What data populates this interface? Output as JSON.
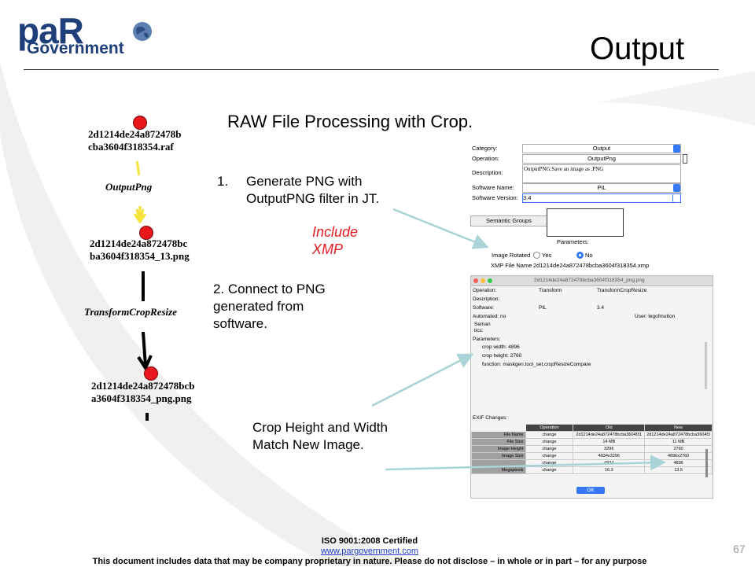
{
  "logo": {
    "par": "paR",
    "government": "Government"
  },
  "slide_title": "Output",
  "subtitle": "RAW File Processing with Crop.",
  "graph": {
    "node1": [
      "2d1214de24a872478b",
      "cba3604f318354.raf"
    ],
    "op1": "OutputPng",
    "node2": [
      "2d1214de24a872478bc",
      "ba3604f318354_13.png"
    ],
    "op2": "TransformCropResize",
    "node3": [
      "2d1214de24a872478bcb",
      "a3604f318354_png.png"
    ]
  },
  "steps": {
    "step1_num": "1.",
    "step1_lines": [
      "Generate PNG with",
      "OutputPNG filter in JT."
    ],
    "include_xmp": [
      "Include",
      "XMP"
    ],
    "step2_lines": [
      "2. Connect to PNG",
      "generated from",
      "software."
    ],
    "crop_note": [
      "Crop Height and Width",
      "Match New Image."
    ]
  },
  "panel1": {
    "category_label": "Category:",
    "category_value": "Output",
    "operation_label": "Operation:",
    "operation_value": "OutputPng",
    "description_label": "Description:",
    "description_value": "OutputPNG:Save an image as .PNG",
    "software_name_label": "Software Name:",
    "software_name_value": "PIL",
    "software_version_label": "Software Version:",
    "software_version_value": "3.4",
    "semantic_groups": "Semantic Groups",
    "parameters": "Parameters:",
    "image_rotated": "Image Rotated",
    "yes": "Yes",
    "no": "No",
    "xmp_label": "XMP File Name",
    "xmp_value": "2d1214de24a872478bcba3604f318354.xmp"
  },
  "panel2": {
    "window_title": "2d1214de24a872478bcba3604f318354_png.png",
    "operation_label": "Operation:",
    "operation_cat": "Transform",
    "operation_value": "TransformCropResize",
    "description_label": "Description:",
    "software_label": "Software:",
    "software_name": "PIL",
    "software_version": "3.4",
    "automated": "Automated: no",
    "user": "User: legofmutton",
    "semantics": [
      "Seman",
      "tics:"
    ],
    "parameters": "Parameters:",
    "crop_width": "crop width: 4896",
    "crop_height": "crop height: 2760",
    "function": "function: maskgen.tool_set.cropResizeCompare",
    "exif_changes": "EXIF Changes:",
    "table_headers": [
      "",
      "Operation",
      "Old",
      "New"
    ],
    "rows": [
      [
        "File Name",
        "change",
        "2d1214de24a872478bcba3604f31",
        "2d1214de24a872478bcba3604f3"
      ],
      [
        "File Size",
        "change",
        "14 MB",
        "11 MB"
      ],
      [
        "Image Height",
        "change",
        "3296",
        "2760"
      ],
      [
        "Image Size",
        "change",
        "4934x3296",
        "4896x2760"
      ],
      [
        "",
        "change",
        "4934",
        "4896"
      ],
      [
        "Megapixels",
        "change",
        "16.3",
        "13.5"
      ]
    ],
    "ok": "OK"
  },
  "footer": {
    "iso": "ISO 9001:2008 Certified",
    "url": "www.pargovernment.com",
    "disclaimer": "This document includes data that may be company proprietary in nature. Please do not disclose – in whole or in part – for any purpose"
  },
  "page_number": "67",
  "colors": {
    "brand_blue": "#1f3f7a",
    "node_red": "#e8171b",
    "arrow": "#a9d3d6",
    "include_xmp": "#e51c23"
  }
}
